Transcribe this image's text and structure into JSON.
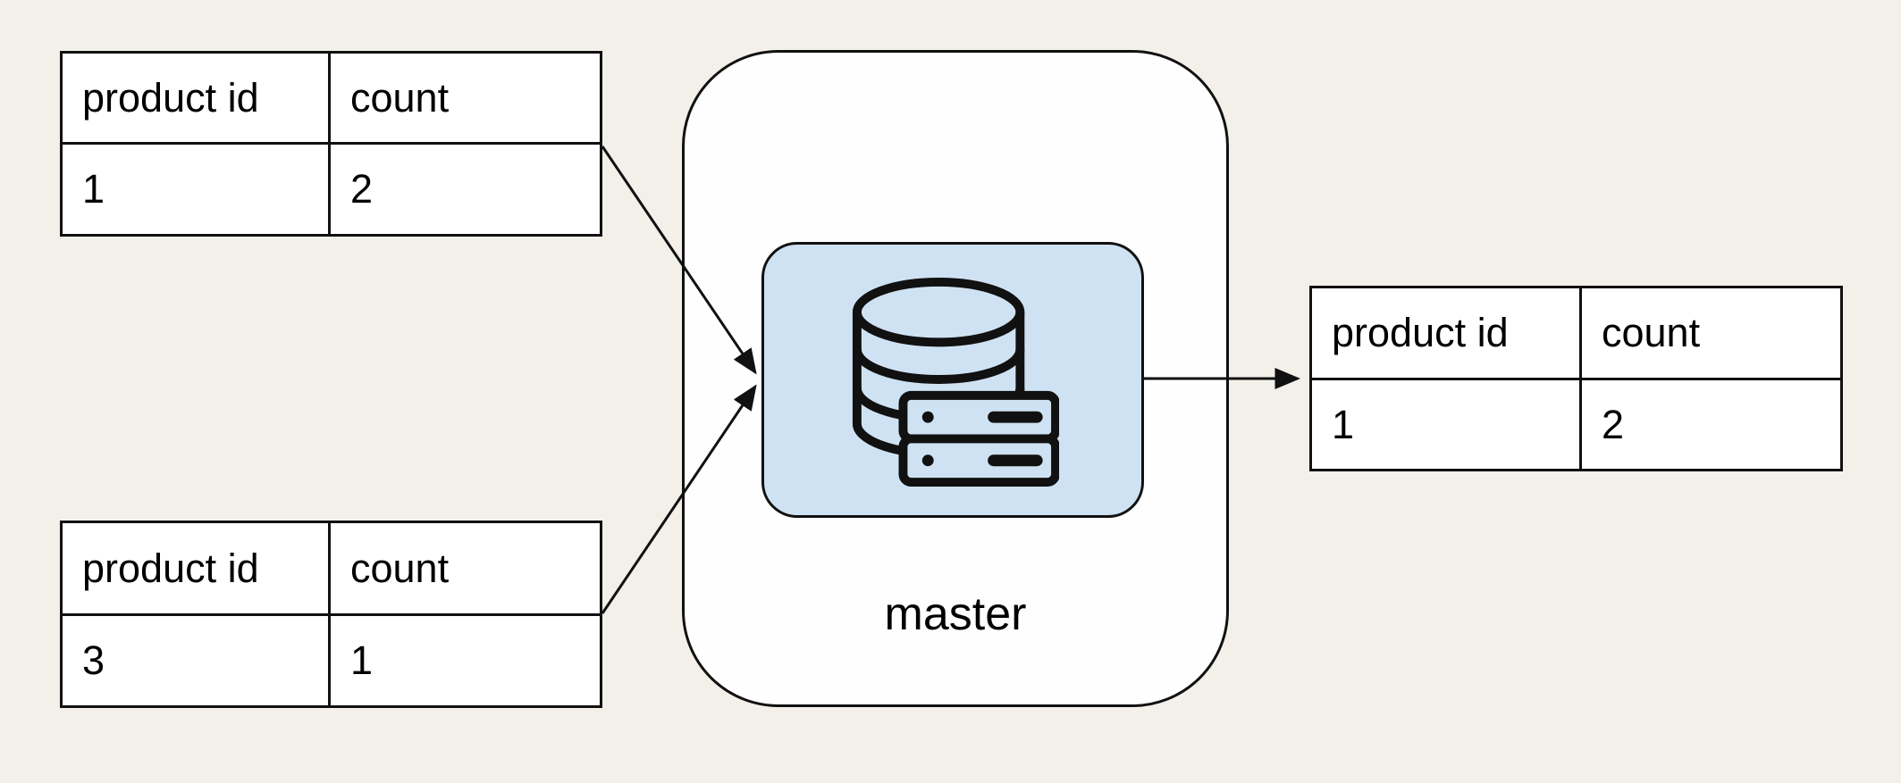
{
  "diagram": {
    "type": "data-replication-diagram",
    "colors": {
      "background": "#f2f0e9",
      "node_fill": "#ffffff",
      "icon_box_fill": "#cfe2f3",
      "stroke": "#111111",
      "text": "#000000"
    },
    "tables": [
      {
        "name": "input-table-1",
        "headers": [
          "product id",
          "count"
        ],
        "rows": [
          [
            "1",
            "2"
          ]
        ]
      },
      {
        "name": "input-table-2",
        "headers": [
          "product id",
          "count"
        ],
        "rows": [
          [
            "3",
            "1"
          ]
        ]
      },
      {
        "name": "output-table",
        "headers": [
          "product id",
          "count"
        ],
        "rows": [
          [
            "1",
            "2"
          ]
        ]
      }
    ],
    "master_node": {
      "label": "master",
      "icon": "database-server-icon"
    },
    "arrows": [
      {
        "from": "input-table-1",
        "to": "master"
      },
      {
        "from": "input-table-2",
        "to": "master"
      },
      {
        "from": "master",
        "to": "output-table"
      }
    ]
  }
}
